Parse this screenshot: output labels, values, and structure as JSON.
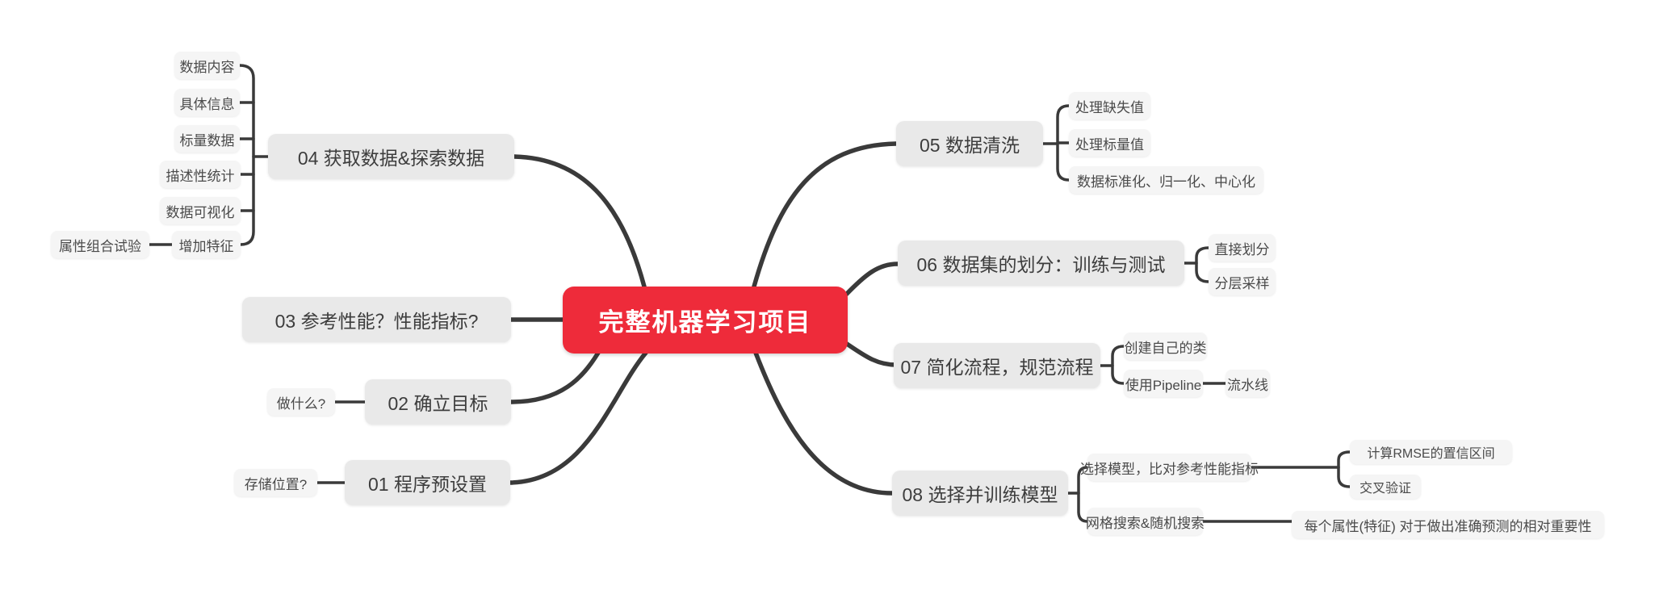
{
  "central": {
    "label": "完整机器学习项目"
  },
  "colors": {
    "central_bg": "#ee2b3a",
    "central_text": "#ffffff",
    "main_topic_bg": "#e9e9e9",
    "sub_topic_bg": "#f5f5f5",
    "connector_line": "#3a3a3a",
    "main_text": "#3d3d3d",
    "sub_text": "#4a4a4a"
  },
  "branches": [
    {
      "id": "04",
      "side": "left",
      "label": "04 获取数据&探索数据",
      "children": [
        {
          "label": "数据内容"
        },
        {
          "label": "具体信息"
        },
        {
          "label": "标量数据"
        },
        {
          "label": "描述性统计"
        },
        {
          "label": "数据可视化"
        },
        {
          "label": "增加特征",
          "children": [
            {
              "label": "属性组合试验"
            }
          ]
        }
      ]
    },
    {
      "id": "03",
      "side": "left",
      "label": "03 参考性能？性能指标?",
      "children": []
    },
    {
      "id": "02",
      "side": "left",
      "label": "02 确立目标",
      "children": [
        {
          "label": "做什么?"
        }
      ]
    },
    {
      "id": "01",
      "side": "left",
      "label": "01 程序预设置",
      "children": [
        {
          "label": "存储位置?"
        }
      ]
    },
    {
      "id": "05",
      "side": "right",
      "label": "05 数据清洗",
      "children": [
        {
          "label": "处理缺失值"
        },
        {
          "label": "处理标量值"
        },
        {
          "label": "数据标准化、归一化、中心化"
        }
      ]
    },
    {
      "id": "06",
      "side": "right",
      "label": "06 数据集的划分：训练与测试",
      "children": [
        {
          "label": "直接划分"
        },
        {
          "label": "分层采样"
        }
      ]
    },
    {
      "id": "07",
      "side": "right",
      "label": "07 简化流程，规范流程",
      "children": [
        {
          "label": "创建自己的类"
        },
        {
          "label": "使用Pipeline",
          "children": [
            {
              "label": "流水线"
            }
          ]
        }
      ]
    },
    {
      "id": "08",
      "side": "right",
      "label": "08 选择并训练模型",
      "children": [
        {
          "label": "选择模型，比对参考性能指标",
          "children": [
            {
              "label": "计算RMSE的置信区间"
            },
            {
              "label": "交叉验证"
            }
          ]
        },
        {
          "label": "网格搜索&随机搜索",
          "children": [
            {
              "label": "每个属性(特征) 对于做出准确预测的相对重要性"
            }
          ]
        }
      ]
    }
  ]
}
